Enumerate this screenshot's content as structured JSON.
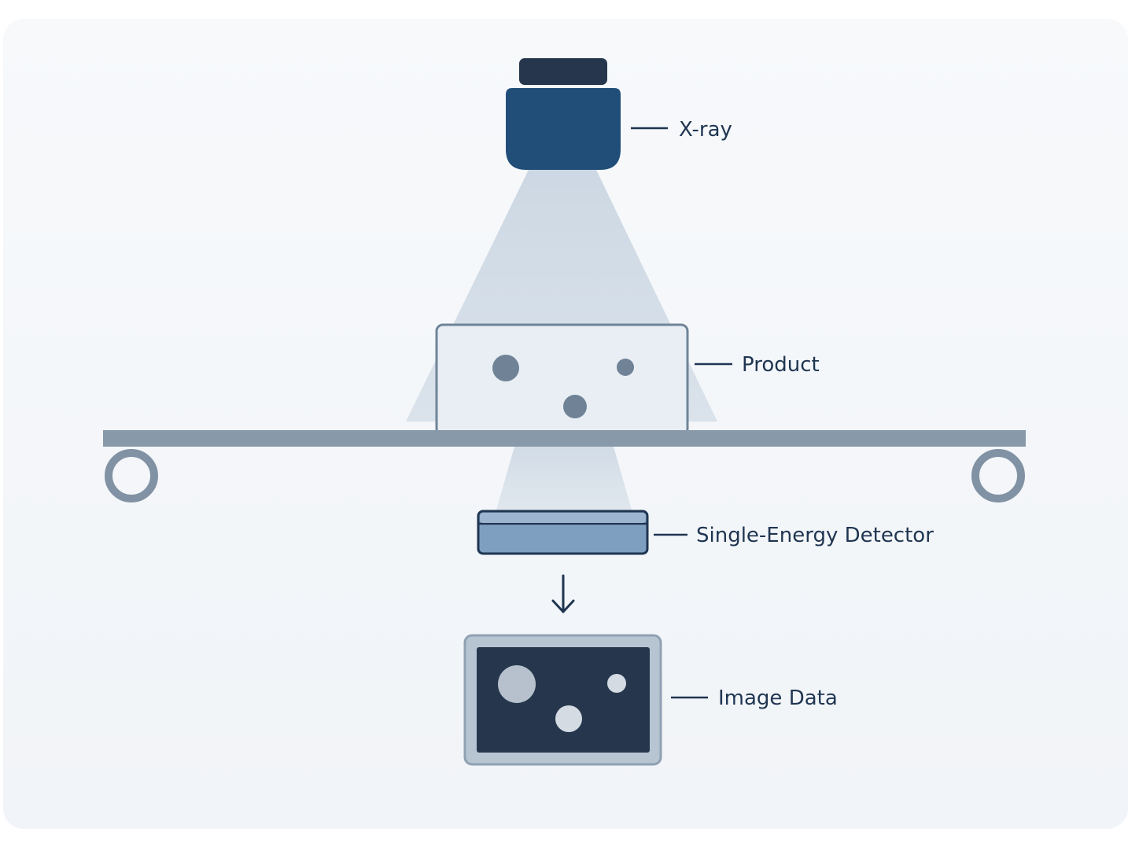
{
  "labels": {
    "xray": "X-ray",
    "product": "Product",
    "detector": "Single-Energy Detector",
    "image_data": "Image Data"
  },
  "colors": {
    "background": "#f3f6f9",
    "source_cap": "#26374d",
    "source_body": "#214e78",
    "beam": "#c9d5e2",
    "product_fill": "#e8edf3",
    "product_stroke": "#6f8498",
    "inclusion": "#6f8296",
    "conveyor": "#8899aa",
    "detector_fill": "#7f9fc0",
    "detector_stroke": "#1f3551",
    "screen_frame": "#b7c5d3",
    "screen": "#26374d",
    "screen_spot": "#b6c1cd",
    "text": "#1f3551"
  },
  "icons": {
    "flow_arrow": "arrow-down"
  }
}
